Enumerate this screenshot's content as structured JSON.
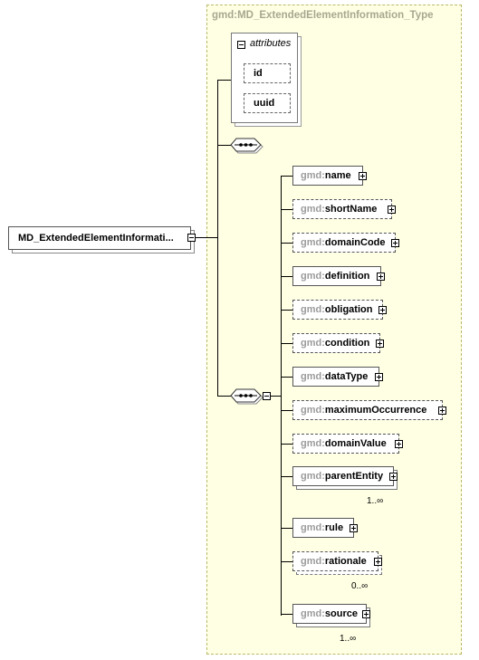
{
  "type_name": "gmd:MD_ExtendedElementInformation_Type",
  "root_element": "MD_ExtendedElementInformati...",
  "attributes": {
    "label": "attributes",
    "fields": [
      "id",
      "uuid"
    ]
  },
  "namespace": "gmd:",
  "elements": [
    {
      "name": "name",
      "optional": false,
      "multiplicity": ""
    },
    {
      "name": "shortName",
      "optional": true,
      "multiplicity": ""
    },
    {
      "name": "domainCode",
      "optional": true,
      "multiplicity": ""
    },
    {
      "name": "definition",
      "optional": false,
      "multiplicity": ""
    },
    {
      "name": "obligation",
      "optional": true,
      "multiplicity": ""
    },
    {
      "name": "condition",
      "optional": true,
      "multiplicity": ""
    },
    {
      "name": "dataType",
      "optional": false,
      "multiplicity": ""
    },
    {
      "name": "maximumOccurrence",
      "optional": true,
      "multiplicity": ""
    },
    {
      "name": "domainValue",
      "optional": true,
      "multiplicity": ""
    },
    {
      "name": "parentEntity",
      "optional": false,
      "multiplicity": "1..∞"
    },
    {
      "name": "rule",
      "optional": false,
      "multiplicity": ""
    },
    {
      "name": "rationale",
      "optional": true,
      "multiplicity": "0..∞"
    },
    {
      "name": "source",
      "optional": false,
      "multiplicity": "1..∞"
    }
  ]
}
